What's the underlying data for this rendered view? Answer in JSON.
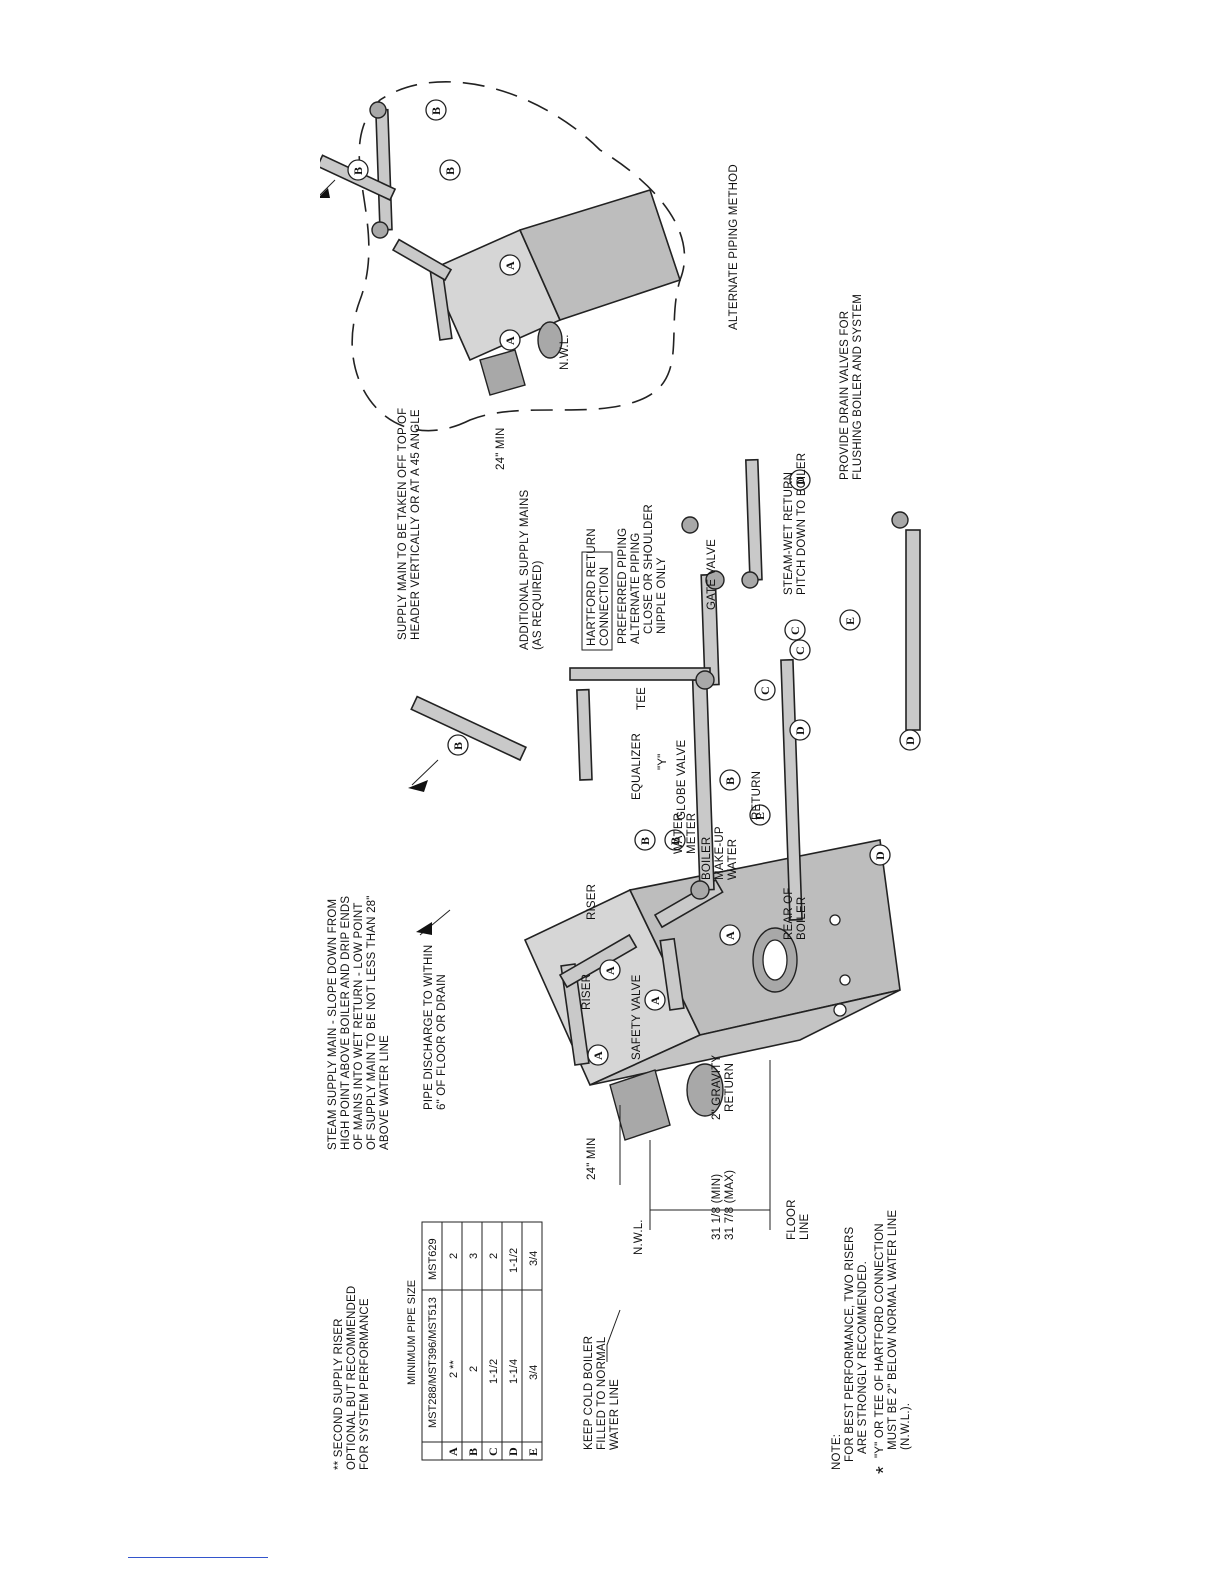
{
  "notes": {
    "second_riser": [
      "** SECOND SUPPLY RISER",
      "OPTIONAL BUT RECOMMENDED",
      "FOR SYSTEM PERFORMANCE"
    ],
    "keep_cold": [
      "KEEP COLD BOILER",
      "FILLED TO NORMAL",
      "WATER LINE"
    ],
    "note_heading": "NOTE:",
    "note_lines": [
      "FOR BEST PERFORMANCE, TWO RISERS",
      "ARE STRONGLY RECOMMENDED."
    ],
    "asterisk_lines": [
      "\"Y\" OR TEE OF HARTFORD CONNECTION",
      "MUST BE 2\" BELOW NORMAL WATER LINE",
      "(N.W.L.)."
    ],
    "asterisk": "*"
  },
  "table": {
    "title": "MINIMUM PIPE SIZE",
    "col1": "MST288/MST396/MST513",
    "col2": "MST629",
    "rows": [
      {
        "key": "A",
        "col1": "2 **",
        "col2": "2"
      },
      {
        "key": "B",
        "col1": "2",
        "col2": "3"
      },
      {
        "key": "C",
        "col1": "1-1/2",
        "col2": "2"
      },
      {
        "key": "D",
        "col1": "1-1/4",
        "col2": "1-1/2"
      },
      {
        "key": "E",
        "col1": "3/4",
        "col2": "3/4"
      }
    ]
  },
  "labels": {
    "steam_supply": [
      "STEAM SUPPLY MAIN - SLOPE DOWN FROM",
      "HIGH POINT ABOVE BOILER AND DRIP ENDS",
      "OF MAINS INTO WET RETURN - LOW POINT",
      "OF SUPPLY MAIN TO BE NOT LESS THAN 28\"",
      "ABOVE WATER LINE"
    ],
    "pipe_discharge": [
      "PIPE DISCHARGE TO WITHIN",
      "6\" OF FLOOR OR DRAIN"
    ],
    "supply_main": [
      "SUPPLY MAIN TO BE TAKEN OFF TOP OF",
      "HEADER VERTICALLY OR AT A 45 ANGLE"
    ],
    "additional_mains": [
      "ADDITIONAL SUPPLY MAINS",
      "(AS REQUIRED)"
    ],
    "hartford": [
      "HARTFORD RETURN",
      "CONNECTION"
    ],
    "preferred": "PREFERRED PIPING",
    "alternate_piping": [
      "ALTERNATE PIPING",
      "CLOSE OR SHOULDER",
      "NIPPLE ONLY"
    ],
    "gate_valve": "GATE VALVE",
    "steam_wet": [
      "STEAM-WET RETURN",
      "PITCH DOWN TO BOILER"
    ],
    "drain_valves": [
      "PROVIDE DRAIN VALVES FOR",
      "FLUSHING BOILER AND SYSTEM"
    ],
    "tee": "TEE",
    "equalizer": "EQUALIZER",
    "y_label": "\"Y\"",
    "globe_valve": "GLOBE VALVE",
    "water_meter": [
      "WATER",
      "METER"
    ],
    "makeup": [
      "BOILER",
      "MAKE-UP",
      "WATER"
    ],
    "return": "RETURN",
    "rear_of_boiler": [
      "REAR OF",
      "BOILER"
    ],
    "riser": "RISER",
    "safety_valve": "SAFETY VALVE",
    "gravity_return": [
      "2\" GRAVITY",
      "RETURN"
    ],
    "min_24": "24\" MIN",
    "nwl": "N.W.L.",
    "dim_min": "31 1/8 (MIN)",
    "dim_max": "31 7/8 (MAX)",
    "floor_line": [
      "FLOOR",
      "LINE"
    ],
    "alternate_method": "ALTERNATE PIPING METHOD",
    "alt_24": "24\" MIN",
    "alt_nwl": "N.W.L."
  },
  "bubbles": {
    "A": "A",
    "B": "B",
    "C": "C",
    "D": "D",
    "E": "E"
  }
}
